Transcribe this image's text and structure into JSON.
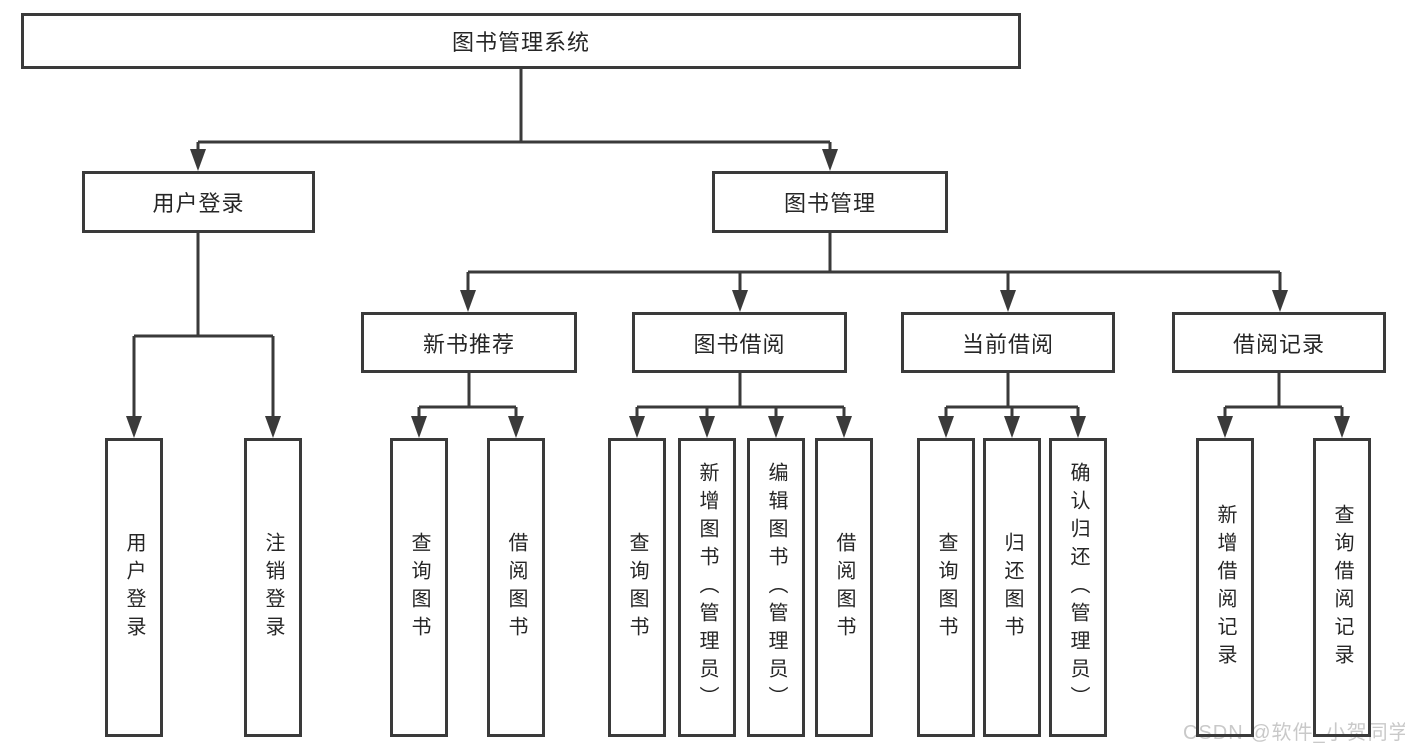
{
  "tree": {
    "label": "图书管理系统",
    "children": [
      {
        "label": "用户登录",
        "children": [
          {
            "label": "用户登录"
          },
          {
            "label": "注销登录"
          }
        ]
      },
      {
        "label": "图书管理",
        "children": [
          {
            "label": "新书推荐",
            "children": [
              {
                "label": "查询图书"
              },
              {
                "label": "借阅图书"
              }
            ]
          },
          {
            "label": "图书借阅",
            "children": [
              {
                "label": "查询图书"
              },
              {
                "label": "新增图书（管理员）"
              },
              {
                "label": "编辑图书（管理员）"
              },
              {
                "label": "借阅图书"
              }
            ]
          },
          {
            "label": "当前借阅",
            "children": [
              {
                "label": "查询图书"
              },
              {
                "label": "归还图书"
              },
              {
                "label": "确认归还（管理员）"
              }
            ]
          },
          {
            "label": "借阅记录",
            "children": [
              {
                "label": "新增借阅记录"
              },
              {
                "label": "查询借阅记录"
              }
            ]
          }
        ]
      }
    ]
  },
  "watermark": {
    "text": "CSDN @软件_小贺同学"
  },
  "colors": {
    "line": "#3a3a3a",
    "text": "#262626",
    "watermark": "#c9c9c9",
    "background": "#ffffff"
  }
}
